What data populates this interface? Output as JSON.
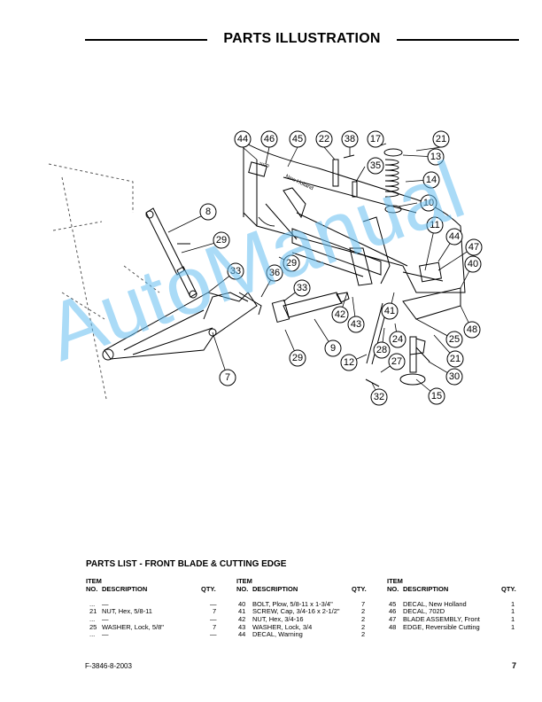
{
  "header": {
    "title": "PARTS ILLUSTRATION"
  },
  "callouts": [
    "44",
    "46",
    "45",
    "22",
    "38",
    "17",
    "21",
    "13",
    "14",
    "35",
    "10",
    "8",
    "11",
    "44",
    "47",
    "29",
    "40",
    "33",
    "36",
    "29",
    "33",
    "42",
    "43",
    "41",
    "9",
    "24",
    "25",
    "48",
    "28",
    "7",
    "29",
    "12",
    "21",
    "27",
    "30",
    "32",
    "15"
  ],
  "decal_text": {
    "brand": "New Holland",
    "model": "702D"
  },
  "watermark": "AutoManual",
  "parts_list": {
    "title": "PARTS LIST - FRONT BLADE & CUTTING EDGE",
    "headers": {
      "item": "ITEM",
      "no": "NO.",
      "description": "DESCRIPTION",
      "qty": "QTY."
    },
    "columns": [
      [
        {
          "no": "...",
          "desc": "—",
          "qty": "—"
        },
        {
          "no": "21",
          "desc": "NUT, Hex, 5/8-11",
          "qty": "7"
        },
        {
          "no": "...",
          "desc": "—",
          "qty": "—"
        },
        {
          "no": "25",
          "desc": "WASHER, Lock, 5/8\"",
          "qty": "7"
        },
        {
          "no": "...",
          "desc": "—",
          "qty": "—"
        }
      ],
      [
        {
          "no": "40",
          "desc": "BOLT, Plow, 5/8-11 x 1-3/4\"",
          "qty": "7"
        },
        {
          "no": "41",
          "desc": "SCREW, Cap, 3/4-16 x 2-1/2\"",
          "qty": "2"
        },
        {
          "no": "42",
          "desc": "NUT, Hex, 3/4-16",
          "qty": "2"
        },
        {
          "no": "43",
          "desc": "WASHER, Lock, 3/4",
          "qty": "2"
        },
        {
          "no": "44",
          "desc": "DECAL, Warning",
          "qty": "2"
        }
      ],
      [
        {
          "no": "45",
          "desc": "DECAL, New Holland",
          "qty": "1"
        },
        {
          "no": "46",
          "desc": "DECAL, 702D",
          "qty": "1"
        },
        {
          "no": "47",
          "desc": "BLADE ASSEMBLY, Front",
          "qty": "1"
        },
        {
          "no": "48",
          "desc": "EDGE, Reversible Cutting",
          "qty": "1"
        }
      ]
    ]
  },
  "footer": {
    "doc_number": "F-3846-8-2003",
    "page": "7"
  }
}
